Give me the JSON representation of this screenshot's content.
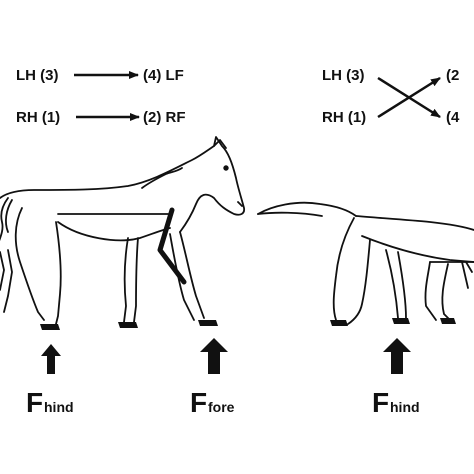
{
  "sequence_left": {
    "row1": {
      "from": "LH (3)",
      "to": "(4) LF"
    },
    "row2": {
      "from": "RH (1)",
      "to": "(2) RF"
    }
  },
  "sequence_right": {
    "row1": {
      "from": "LH (3)",
      "to": "(2"
    },
    "row2": {
      "from": "RH (1)",
      "to": "(4"
    }
  },
  "forces": {
    "horse_hind": {
      "main": "F",
      "sub": "hind"
    },
    "horse_fore": {
      "main": "F",
      "sub": "fore"
    },
    "primate_hind": {
      "main": "F",
      "sub": "hind"
    }
  },
  "colors": {
    "ink": "#111111",
    "background": "#ffffff"
  }
}
